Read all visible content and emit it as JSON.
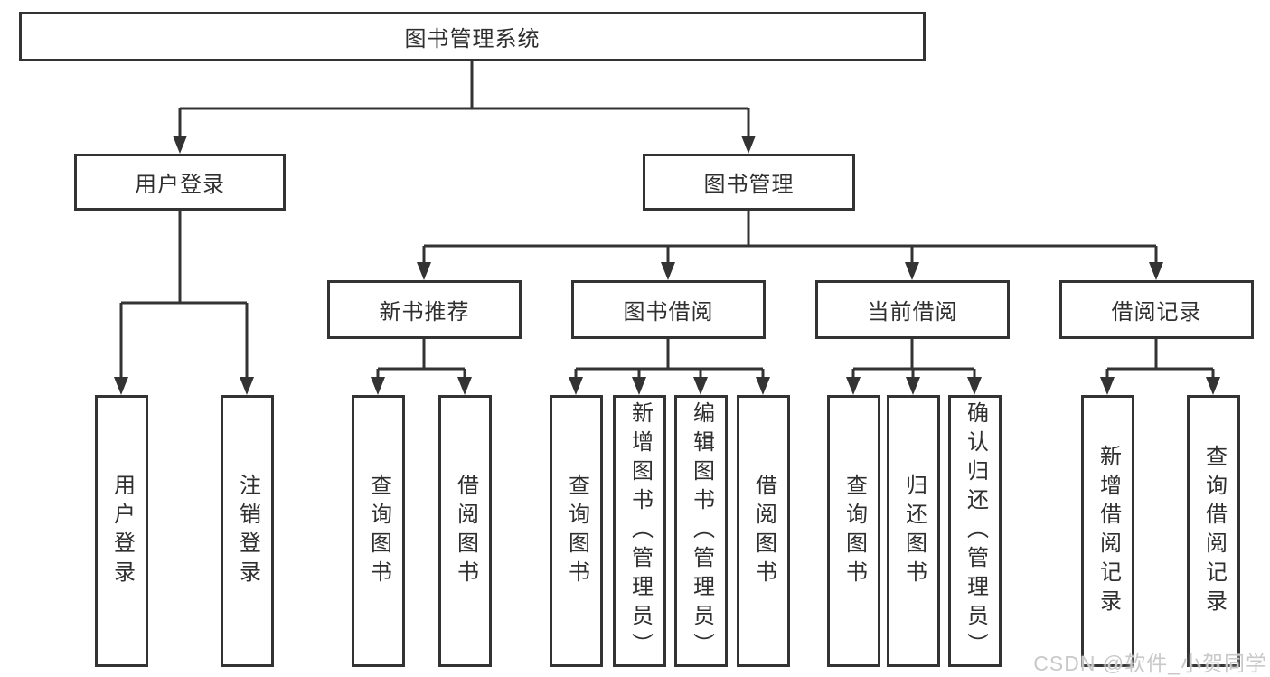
{
  "colors": {
    "line": "#333333",
    "text": "#2f2f2f",
    "watermark": "#c9c9c9",
    "background": "#ffffff"
  },
  "watermark": "CSDN @软件_小贺同学",
  "tree": {
    "root": {
      "label": "图书管理系统",
      "children": [
        {
          "label": "用户登录",
          "children": [
            {
              "label": "用户登录"
            },
            {
              "label": "注销登录"
            }
          ]
        },
        {
          "label": "图书管理",
          "children": [
            {
              "label": "新书推荐",
              "children": [
                {
                  "label": "查询图书"
                },
                {
                  "label": "借阅图书"
                }
              ]
            },
            {
              "label": "图书借阅",
              "children": [
                {
                  "label": "查询图书"
                },
                {
                  "label": "新增图书（管理员）"
                },
                {
                  "label": "编辑图书（管理员）"
                },
                {
                  "label": "借阅图书"
                }
              ]
            },
            {
              "label": "当前借阅",
              "children": [
                {
                  "label": "查询图书"
                },
                {
                  "label": "归还图书"
                },
                {
                  "label": "确认归还（管理员）"
                }
              ]
            },
            {
              "label": "借阅记录",
              "children": [
                {
                  "label": "新增借阅记录"
                },
                {
                  "label": "查询借阅记录"
                }
              ]
            }
          ]
        }
      ]
    }
  }
}
